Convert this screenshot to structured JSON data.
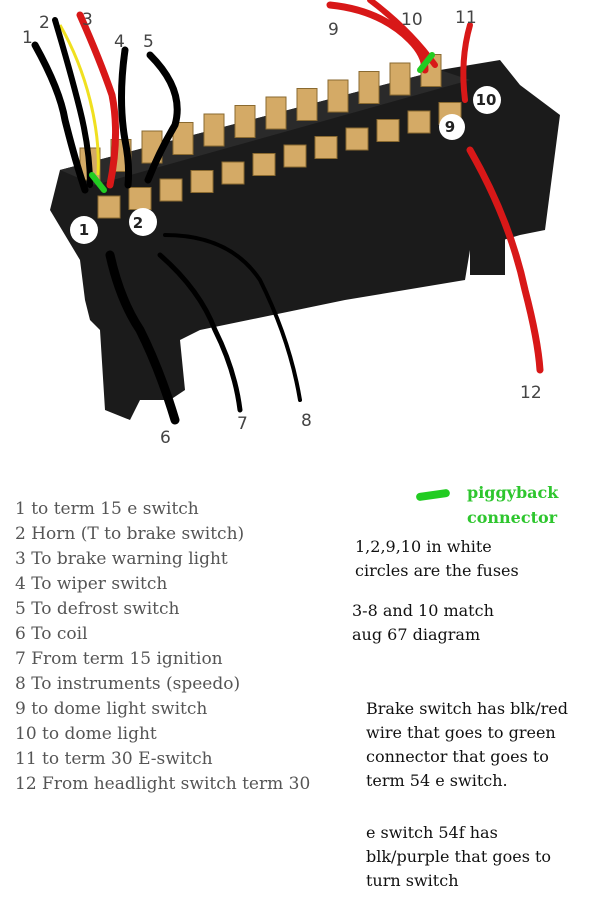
{
  "callouts": [
    "1",
    "2",
    "3",
    "4",
    "5",
    "6",
    "7",
    "8",
    "9",
    "10",
    "11",
    "12"
  ],
  "fuse_labels": [
    "1",
    "2",
    "9",
    "10"
  ],
  "colors": {
    "wire_black": "#000000",
    "wire_red": "#d81818",
    "wire_yellow": "#f0e020",
    "piggyback": "#22cc22",
    "box": "#1a1a1a",
    "terminal": "#d4aa66"
  },
  "piggyback": {
    "label_line1": "piggyback",
    "label_line2": "connector"
  },
  "legend": [
    "1 to term 15 e switch",
    "2 Horn (T to brake switch)",
    "3 To brake warning light",
    "4 To wiper switch",
    "5 To defrost switch",
    "6  To coil",
    "7  From term 15 ignition",
    "8  To instruments (speedo)",
    "9 to dome light  switch",
    "10 to dome light",
    "11 to term 30 E-switch",
    "12 From headlight switch term 30"
  ],
  "notes": {
    "fuses": [
      "1,2,9,10 in white",
      "circles are the fuses"
    ],
    "match": [
      "3-8 and 10 match",
      "aug 67 diagram"
    ],
    "brake": [
      "Brake switch has blk/red",
      "wire that goes to green",
      "connector that goes to",
      "term 54 e switch."
    ],
    "e_switch": [
      "e switch 54f has",
      "blk/purple that goes to",
      "turn switch"
    ]
  }
}
